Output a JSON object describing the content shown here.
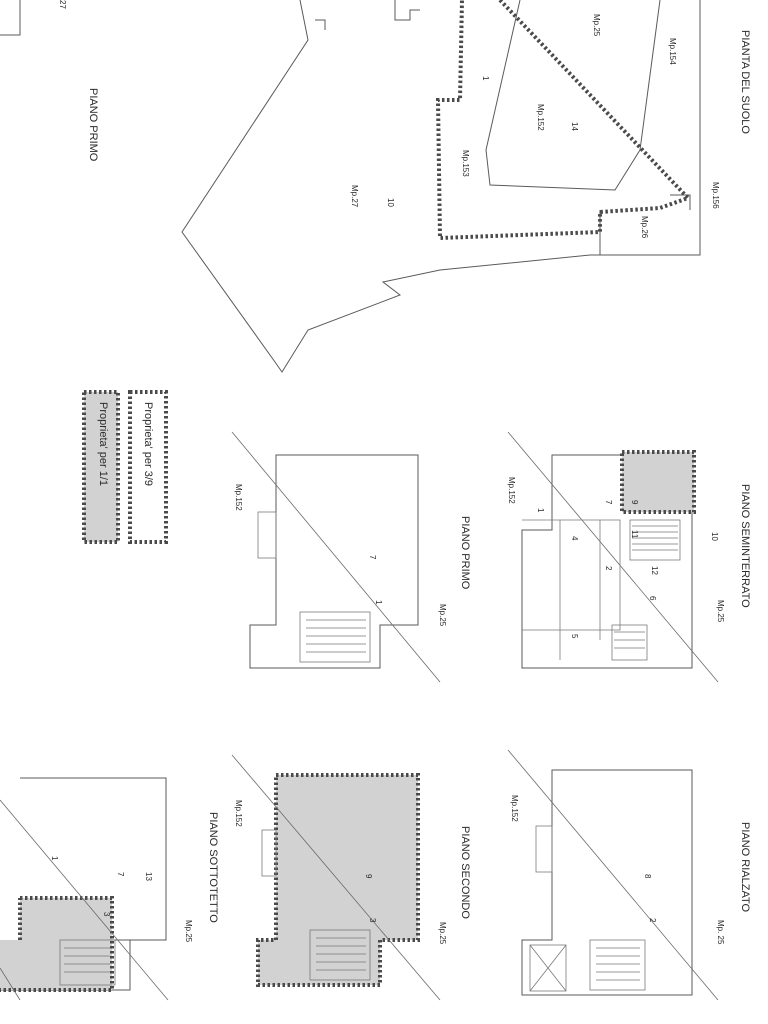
{
  "drawings": {
    "pianta_del_suolo": {
      "title": "PIANTA DEL SUOLO",
      "labels": [
        "Mp.25",
        "Mp.154",
        "Mp.152",
        "Mp.153",
        "Mp.156",
        "Mp.26",
        "Mp.27"
      ],
      "numbers": [
        "1",
        "14",
        "10"
      ]
    },
    "piano_primo_top": {
      "title": "PIANO PRIMO",
      "edge_label": "27"
    },
    "piano_seminterrato": {
      "title": "PIANO SEMINTERRATO",
      "labels": [
        "Mp.152",
        "Mp.25"
      ],
      "numbers": [
        "10",
        "9",
        "7",
        "4",
        "1",
        "11",
        "12",
        "2",
        "6",
        "5"
      ]
    },
    "piano_primo": {
      "title": "PIANO PRIMO",
      "labels": [
        "Mp.152",
        "Mp.25"
      ],
      "numbers": [
        "7",
        "1"
      ]
    },
    "piano_rialzato": {
      "title": "PIANO RIALZATO",
      "labels": [
        "Mp.152",
        "Mp. 25"
      ],
      "numbers": [
        "8",
        "2"
      ]
    },
    "piano_secondo": {
      "title": "PIANO SECONDO",
      "labels": [
        "Mp.152",
        "Mp.25"
      ],
      "numbers": [
        "9",
        "3"
      ]
    },
    "piano_sottotetto": {
      "title": "PIANO SOTTOTETTO",
      "labels": [
        "Mp.25"
      ],
      "numbers": [
        "13",
        "7",
        "3",
        "1"
      ]
    }
  },
  "legend": {
    "items": [
      {
        "label": "Proprieta' per 3/9",
        "style": "dotted-border"
      },
      {
        "label": "Proprieta' per 1/1",
        "style": "dotted-border-hatched"
      }
    ]
  },
  "colors": {
    "line": "#5a5a5a",
    "hatch": "#d2d2d2",
    "border": "#4a4a4a"
  }
}
